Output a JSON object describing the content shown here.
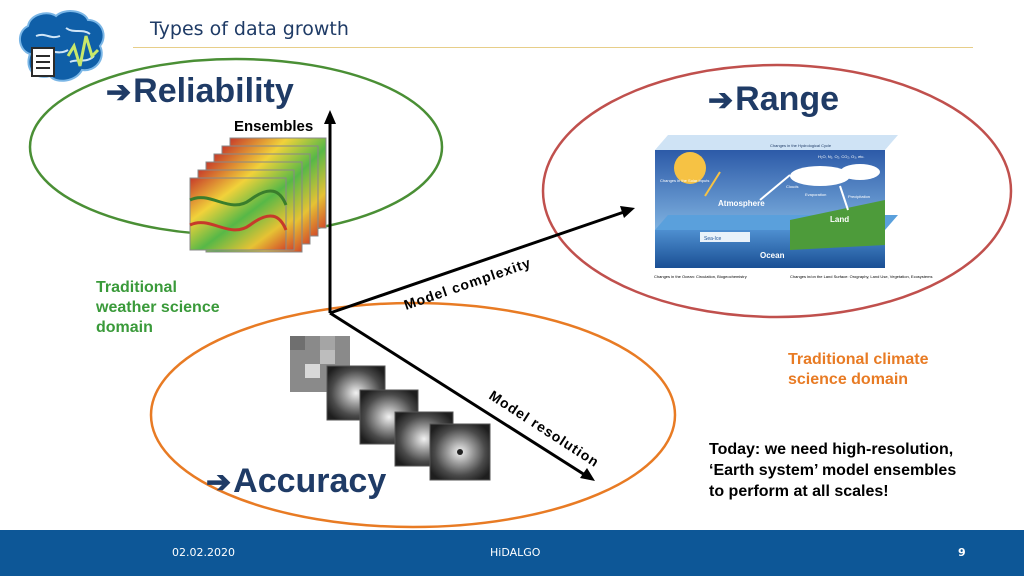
{
  "slide": {
    "title": "Types of data growth",
    "footer": {
      "date": "02.02.2020",
      "org": "HiDALGO",
      "page": "9"
    }
  },
  "concepts": {
    "reliability": "Reliability",
    "range": "Range",
    "accuracy": "Accuracy",
    "arrow_symbol": "➔"
  },
  "axes": {
    "ensembles": "Ensembles",
    "model_complexity": "Model complexity",
    "model_resolution": "Model resolution"
  },
  "domains": {
    "weather": [
      "Traditional",
      "weather science",
      "domain"
    ],
    "climate": [
      "Traditional climate",
      "science domain"
    ]
  },
  "note": [
    "Today: we need high-resolution,",
    "‘Earth system’ model ensembles",
    "to perform at all scales!"
  ],
  "diagram_labels": {
    "solar": "Changes in the Solar Inputs",
    "atmosphere": "Atmosphere",
    "ocean": "Ocean",
    "land": "Land",
    "ice": "Sea-Ice",
    "hydro": "Changes in the Hydrological Cycle",
    "precip": "Precipitation",
    "evap": "Evaporation",
    "clouds": "Clouds",
    "gases": "H₂O, N₂, O₂, CO₂, O₃, etc.",
    "ocean_change": "Changes in the Ocean: Circulation, Biogeochemistry",
    "land_change": "Changes in/on the Land Surface: Orography, Land Use, Vegetation, Ecosystems"
  },
  "colors": {
    "navy": "#1f3b66",
    "green": "#3a9a3a",
    "orange": "#e87b24",
    "red_ellipse": "#c0504d",
    "footer": "#0d5797",
    "title_rule": "#e7ce89"
  }
}
